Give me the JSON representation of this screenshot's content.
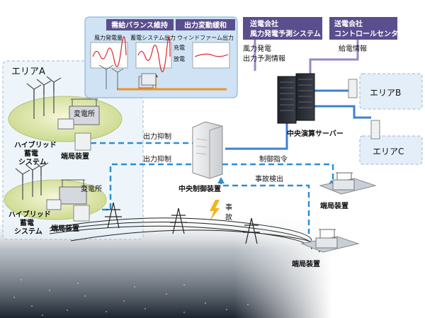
{
  "area_a_label": "エリアA",
  "area_b_label": "エリアB",
  "area_c_label": "エリアC",
  "inset": {
    "badge1": "需給バランス維持",
    "badge2": "出力変動緩和",
    "wind_output": "風力発電量",
    "storage_output": "蓄電システム出力",
    "windfarm_output": "ウィンドファーム出力",
    "charge": "充電",
    "discharge": "放電"
  },
  "company1": {
    "line1": "送電会社",
    "line2": "風力発電予測システム"
  },
  "company2": {
    "line1": "送電会社",
    "line2": "コントロールセンタ"
  },
  "forecast_info": {
    "line1": "風力発電",
    "line2": "出力予測情報"
  },
  "supply_info": "給電情報",
  "central_server": "中央演算サーバー",
  "central_controller": "中央制御装置",
  "substation_top": "変電所",
  "substation_bottom": "変電所",
  "hybrid_top": {
    "line1": "ハイブリッド",
    "line2": "蓄電",
    "line3": "システム"
  },
  "hybrid_bottom": {
    "line1": "ハイブリッド",
    "line2": "蓄電",
    "line3": "システム"
  },
  "terminal_top": "端局装置",
  "terminal_bottom": "端局装置",
  "terminal_right1": "端局装置",
  "terminal_right2": "端局装置",
  "output_suppress_1": "出力抑制",
  "output_suppress_2": "出力抑制",
  "control_command": "制御指令",
  "fault_detect": "事故検出",
  "fault": {
    "c1": "事",
    "c2": "故"
  },
  "colors": {
    "purple": "#5b4e8e",
    "blue_line": "#3d7fd6",
    "dash_line": "#2a8fd4",
    "orange": "#f0901e"
  }
}
